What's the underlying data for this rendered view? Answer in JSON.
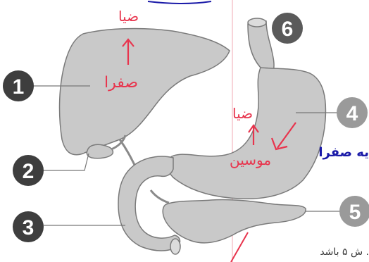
{
  "labels": {
    "n1": "1",
    "n2": "2",
    "n3": "3",
    "n4": "4",
    "n5": "5",
    "n6": "6"
  },
  "annotations": {
    "liver_top": "ضیا",
    "liver_bottom": "صفرا",
    "stomach_top": "ضیا",
    "stomach_bottom": "موسین"
  },
  "side_texts": {
    "right_blue": "یه صفرا",
    "bottom_right": "ش ۵ باشد ."
  },
  "colors": {
    "organ_fill": "#c9c9c9",
    "organ_stroke": "#7a7a7a",
    "dark_circle": "#3e3e3e",
    "grey_circle": "#9a9a9a",
    "handwriting_red": "#e8344d",
    "handwriting_blue": "#1a1aa8"
  }
}
